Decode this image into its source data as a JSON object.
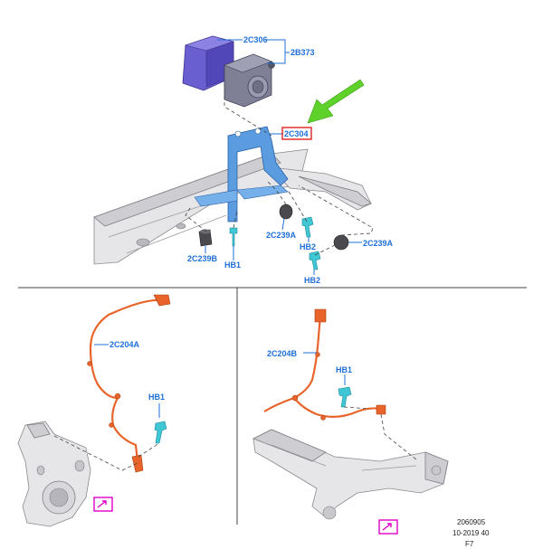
{
  "labels": {
    "module_front": "2C306",
    "module_group": "2B373",
    "bracket": "2C304",
    "isolator_left": "2C239B",
    "isolator_mid": "2C239A",
    "isolator_right": "2C239A",
    "bolt_lower": "HB1",
    "bolt_mid": "HB2",
    "bolt_right": "HB2",
    "front_sensor": "2C204A",
    "front_bolt": "HB1",
    "rear_sensor": "2C204B",
    "rear_bolt": "HB1"
  },
  "footer": {
    "line1": "2060905",
    "line2": "10-2019 40",
    "line3": "F7"
  },
  "colors": {
    "label_blue": "#1e6fd9",
    "bracket_blue": "#5b9be0",
    "module_purple": "#6a5fd0",
    "module_grey": "#7f7f96",
    "arrow_green": "#5ed12a",
    "highlight_red": "#e02020",
    "harness_orange": "#e8642a",
    "view_marker_magenta": "#e000c8",
    "bolt_cyan": "#3fc7d6"
  },
  "icons": {
    "callout_arrow": "green-arrow-icon",
    "view_marker": "magnify-view-icon"
  }
}
